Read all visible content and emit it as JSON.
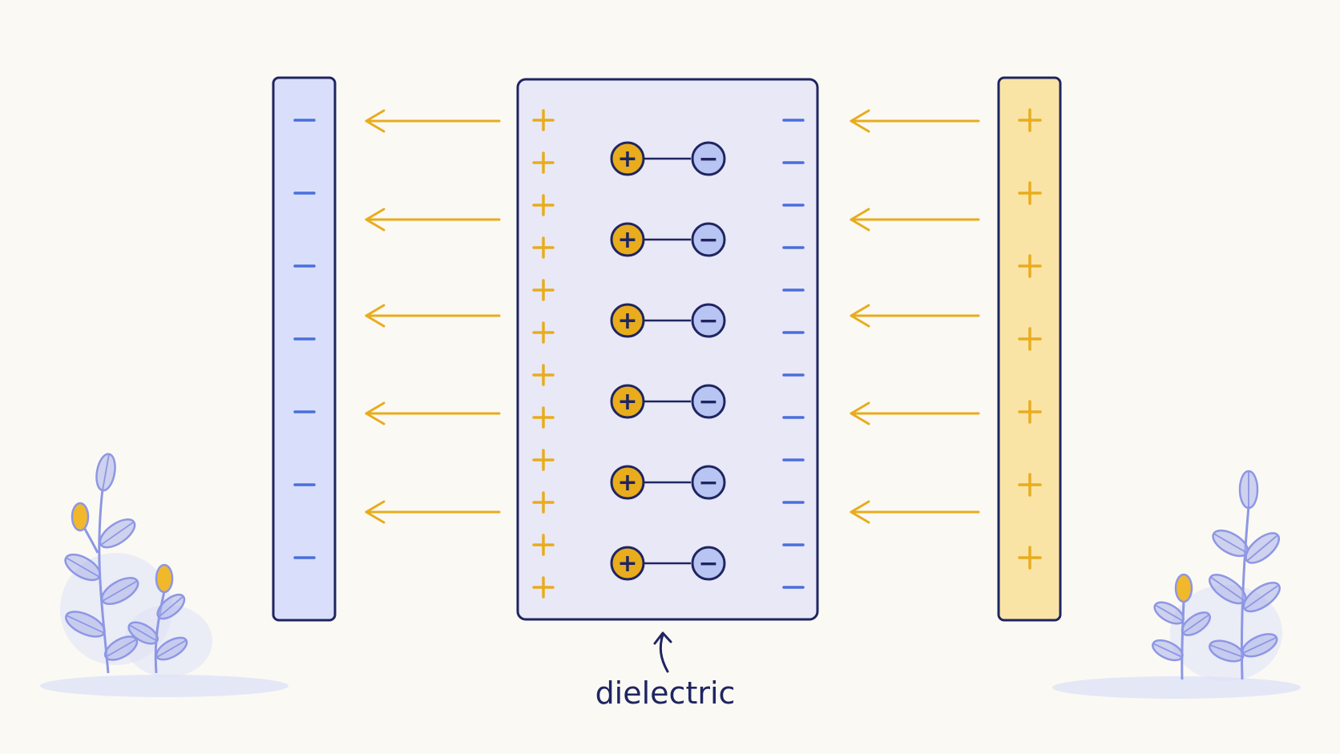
{
  "diagram": {
    "caption": "dielectric",
    "colors": {
      "background": "#fbf9f4",
      "outline": "#1f2560",
      "negative_plate_fill": "#d9dffa",
      "positive_plate_fill": "#f9e4a6",
      "dielectric_fill": "#e9e8f7",
      "positive_charge": "#e8ac1c",
      "negative_charge": "#4a6fdc",
      "negative_dipole_fill": "#b8c4f2",
      "field_arrow": "#e8ac1c",
      "plant_leaf": "#a9b2ea",
      "plant_stem": "#8d97e4",
      "plant_bud": "#f1b82b",
      "plant_shadow": "#dfe2f6"
    },
    "negative_plate": {
      "charge_sign": "−",
      "charge_count": 7
    },
    "positive_plate": {
      "charge_sign": "+",
      "charge_count": 7
    },
    "dielectric": {
      "surface_charge_count": 12,
      "dipole_count": 6,
      "dipole_positive_sign": "+",
      "dipole_negative_sign": "−"
    },
    "field_arrows_per_side": 5,
    "icons": [
      "plant-left-icon",
      "plant-right-icon",
      "caption-arrow-icon"
    ]
  }
}
